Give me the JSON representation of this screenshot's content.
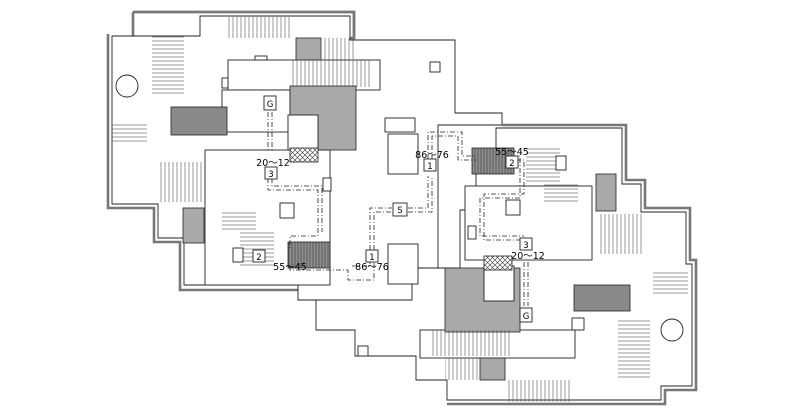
{
  "plan": {
    "labels": {
      "g_left": "G",
      "three_left": "3",
      "twenty_left": "20～12",
      "two_left": "2",
      "fiftyfive_left": "55～45",
      "one_left": "1",
      "eightysix_left": "86～76",
      "s_center": "S",
      "one_right": "1",
      "eightysix_right": "86～76",
      "two_right": "2",
      "fiftyfive_right": "55～45",
      "three_right": "3",
      "twenty_right": "20～12",
      "g_right": "G"
    }
  },
  "colors": {
    "line": "#222222",
    "outer_wall": "#777777",
    "dark_fill": "#8a8a8a",
    "mid_fill": "#a9a9a9",
    "background": "#ffffff"
  }
}
